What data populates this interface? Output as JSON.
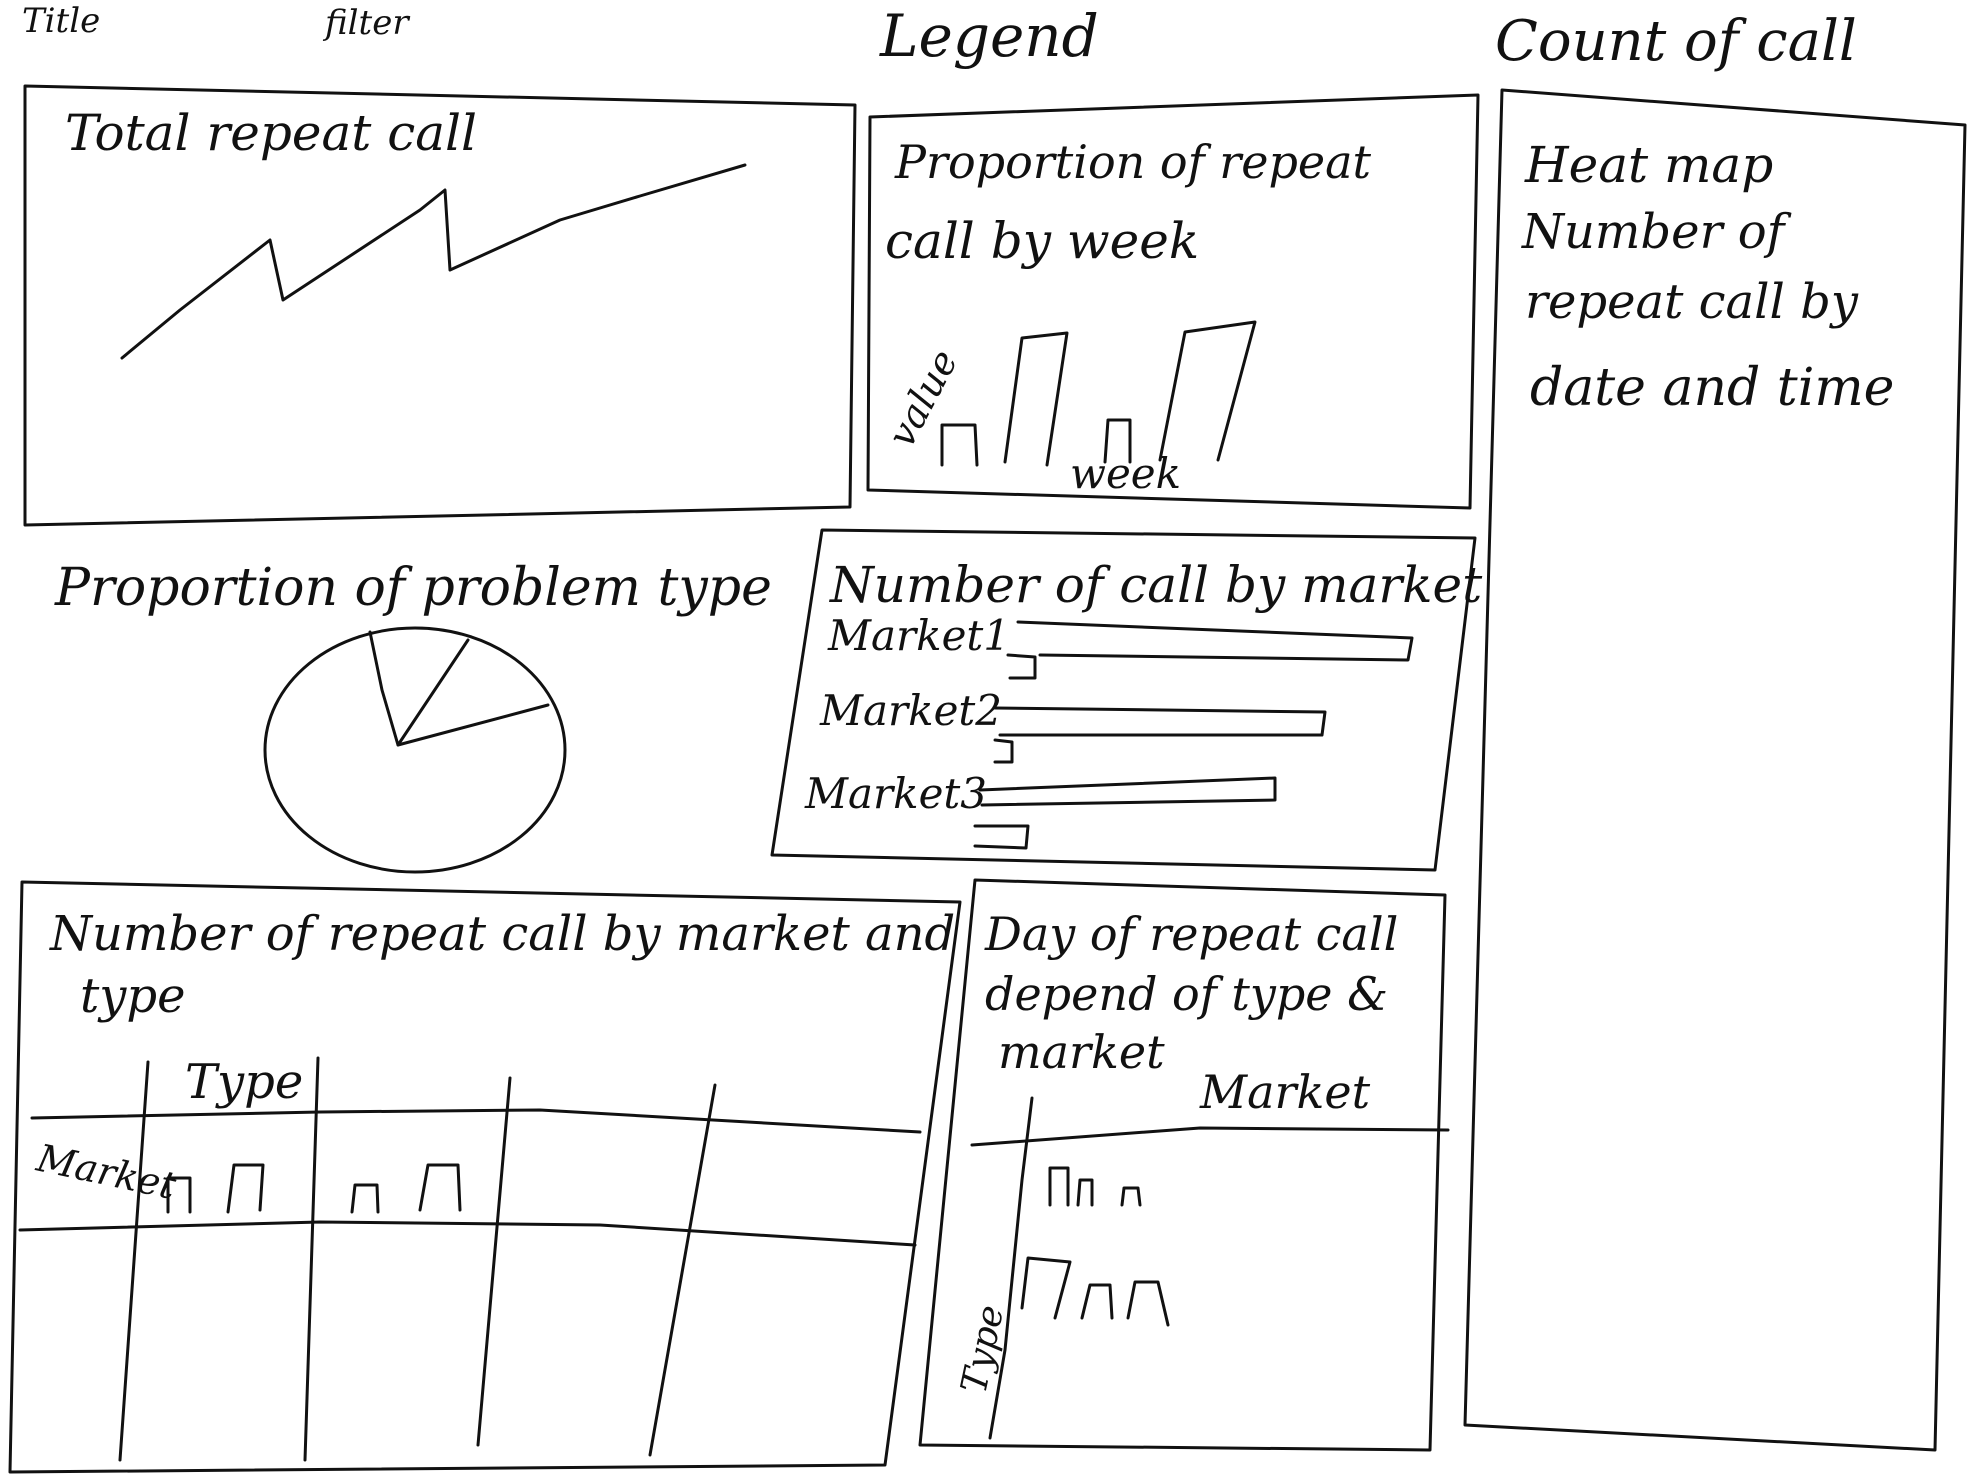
{
  "header": {
    "title_label": "Title",
    "filter_label": "filter",
    "legend_label": "Legend",
    "count_label": "Count of call"
  },
  "panels": {
    "total_repeat": {
      "title": "Total repeat call"
    },
    "proportion_week": {
      "title_line1": "Proportion of repeat",
      "title_line2": "call by week",
      "y_label": "value",
      "x_label": "week"
    },
    "heatmap": {
      "line1": "Heat map",
      "line2": "Number of",
      "line3": "repeat call by",
      "line4": "date and time"
    },
    "problem_type": {
      "title": "Proportion of problem type"
    },
    "market_calls": {
      "title": "Number of call by market",
      "markets": [
        "Market1",
        "Market2",
        "Market3"
      ]
    },
    "repeat_market_type": {
      "title_line1": "Number of repeat call by market and",
      "title_line2": "type",
      "col_header": "Type",
      "row_header": "Market"
    },
    "day_repeat": {
      "title_line1": "Day of repeat call",
      "title_line2": "depend of type &",
      "title_line3": "market",
      "col_header": "Market",
      "row_header": "Type"
    }
  }
}
